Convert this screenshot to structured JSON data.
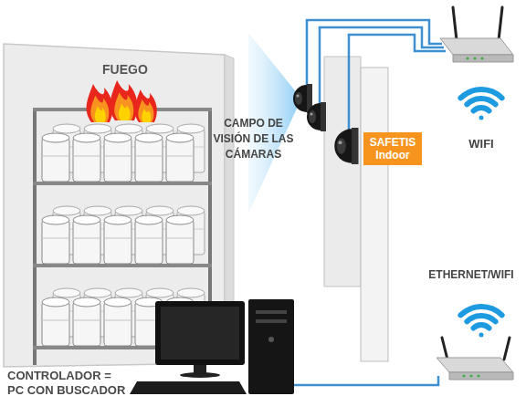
{
  "diagram": {
    "nodes": [
      {
        "text": [
          "SAFETIS Indoor"
        ]
      }
    ],
    "labels": [
      "FUEGO",
      "CAMPO DE VISIÓN DE LAS CÁMARAS",
      "WIFI",
      "ETHERNET/WIFI",
      "CONTROLADOR = PC CON BUSCADOR"
    ]
  }
}
